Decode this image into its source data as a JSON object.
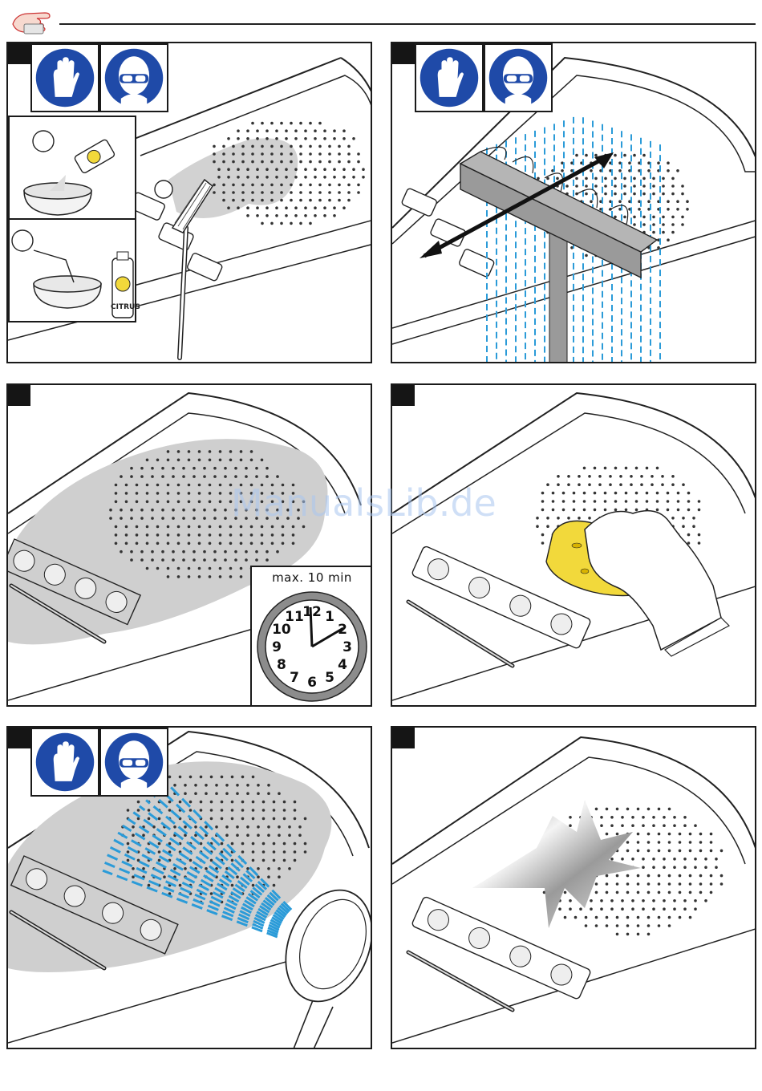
{
  "header": {
    "icon": "hand-pointing-icon"
  },
  "watermark": "ManualsLib.de",
  "ppe_icons": [
    "gloves-icon",
    "safety-goggles-icon"
  ],
  "steps": [
    {
      "id": 1,
      "ppe": true,
      "product_label": "CITRUS"
    },
    {
      "id": 2,
      "ppe": true
    },
    {
      "id": 3,
      "ppe": false,
      "timer_label": "max. 10 min",
      "clock_numbers": [
        "12",
        "1",
        "2",
        "3",
        "4",
        "5",
        "6",
        "7",
        "8",
        "9",
        "10",
        "11"
      ]
    },
    {
      "id": 4,
      "ppe": false
    },
    {
      "id": 5,
      "ppe": true
    },
    {
      "id": 6,
      "ppe": false
    }
  ],
  "colors": {
    "ppe_blue": "#1f4aa8",
    "water_blue": "#2b9bd8",
    "gel_gray": "#cfcfcf",
    "sponge_yellow": "#f2d93b"
  }
}
